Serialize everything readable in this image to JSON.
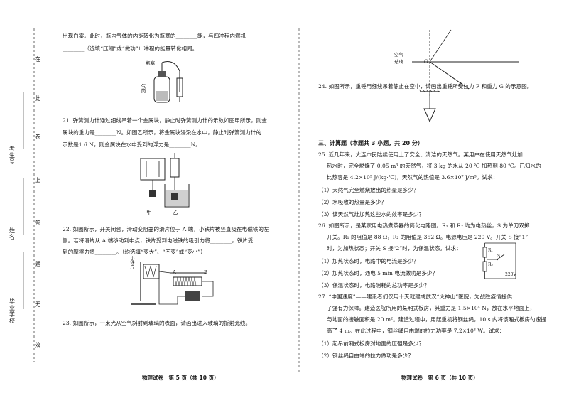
{
  "binding_margin": {
    "fields": [
      "考生号",
      "姓名",
      "毕业学校"
    ],
    "seal_chars": [
      "在",
      "此",
      "卷",
      "上",
      "答",
      "题",
      "无",
      "效"
    ]
  },
  "left_page": {
    "lines": [
      "出现白雾。此时，瓶内气体的内能转化为瓶塞的________能，与四冲程内燃机",
      "________（选填“压缩”或“做功”）冲程的能量转化相同。"
    ],
    "fig_labels": {
      "bottle": "瓶塞",
      "pump": "气筒"
    },
    "q21": [
      "21. 弹簧测力计通过细线吊着一个金属块，静止时弹簧测力计的示数如图甲所示，则金",
      "属块的重力是________N。如图乙所示，将金属块浸没在水中，静止时弹簧测力计的",
      "示数是1.6 N，则金属块在水中受到的浮力是________N。"
    ],
    "fig21_labels": [
      "甲",
      "乙"
    ],
    "q22": [
      "22. 如图所示，开关闭合，滑动变阻器的滑片位于 A 端，小铁片被竖直吸在电磁铁的左",
      "侧。若将滑片从 A 端移动到中点，铁片受到电磁铁的吸引力将________，铁片受",
      "到的摩擦力将________。（均选填“变大”、“不变”或“变小”）"
    ],
    "fig22_labels": {
      "iron": "小铁片",
      "A": "A",
      "B": "B"
    },
    "q23": [
      "23. 如图所示，一束光从空气斜射到玻璃的表面，请画出进入玻璃的折射光线。"
    ],
    "footer": "物理试卷　第 5 页（共 10 页）"
  },
  "right_page": {
    "fig23_labels": {
      "air": "空气",
      "glass": "玻璃",
      "O": "O"
    },
    "q24": [
      "24. 如图所示，重锤用细线吊着静止在空中，请画出重锤所受拉力 F 和重力 G 的示意图。"
    ],
    "section3": "三、计算题（本题共 3 小题，共 20 分）",
    "q25": [
      "25. 近几年来，大连市民陆续使用上了安全、清洁的天然气。某用户在使用天然气灶加",
      "热水时，完全燃烧了 0.05 m³ 的天然气，将 3 kg 的水从 20 ℃ 加热到 80 ℃。已知水的",
      "比热容是 4.2×10³ J/(kg·℃)，天然气的热值是 3.6×10⁷ J/m³。试求："
    ],
    "q25_subs": [
      "（1）天然气完全燃烧放出的热量是多少？",
      "（2）水吸收的热量是多少？",
      "（3）该天然气灶加热这些水的效率是多少？"
    ],
    "q26": [
      "26. 如图所示，是某家用电热煮茶器的简化电路图。R₁ 和 R₂ 均为电热丝，S 为单刀双掷",
      "开关。R₁ 的阻值是 88 Ω，R₂ 的阻值是 352 Ω。电源电压是 220 V。开关 S 接“1”",
      "时，为加热状态；开关 S 接“2”时，为保温状态。试求："
    ],
    "q26_subs": [
      "（1）加热状态时，电路中的电流是多少？",
      "（2）加热状态时，通电 5 min 电流做功是多少？",
      "（3）保温状态时，电路消耗的总功率是多少？"
    ],
    "fig26_labels": {
      "R1": "R₁",
      "R2": "R₂",
      "S": "S",
      "v": "220V"
    },
    "q27": [
      "27. “中国速度”——建设者们仅用十天就建成武汉“火神山”医院，为战胜疫情提供",
      "了强有力保障。建造医院所用的某厢式板房，其重力是 1.5×10⁴ N，放在水平地面上，",
      "与地面的接触面积是 20 m²。建造过程中，用起重机将钢丝绳，10 s 内将该厢式板房匀速提",
      "高了 4 m。在此过程中，钢丝绳自由端的拉力功率是 7.2×10³ W。试求："
    ],
    "q27_subs": [
      "（1）起吊前厢式板房对地面的压强是多少？",
      "（2）钢丝绳自由端的拉力做功是多少？"
    ],
    "footer": "物理试卷　第 6 页（共 10 页）"
  }
}
